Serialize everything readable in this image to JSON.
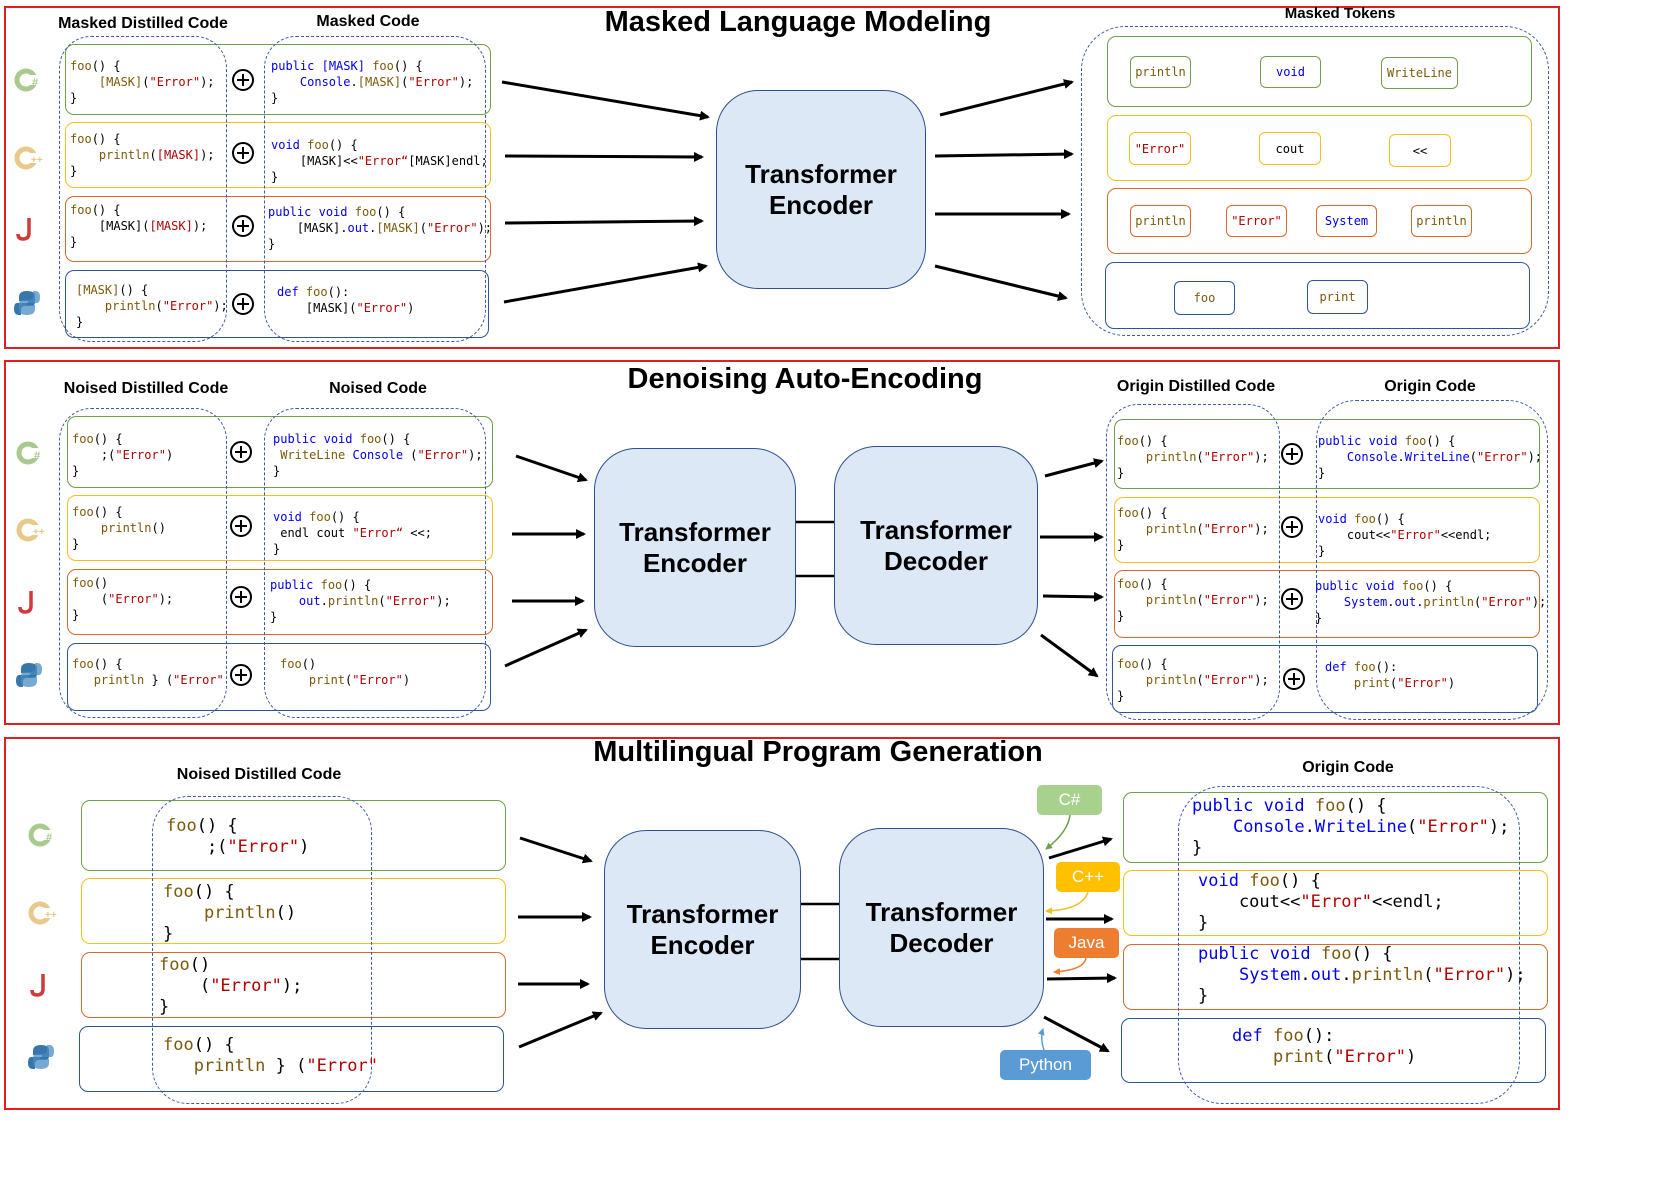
{
  "panel1": {
    "title": "Masked Language Modeling",
    "col_left": "Masked Distilled Code",
    "col_mid": "Masked Code",
    "col_right": "Masked Tokens",
    "encoder_line1": "Transformer",
    "encoder_line2": "Encoder",
    "tokens": {
      "cs": [
        "println",
        "void",
        "WriteLine"
      ],
      "cpp": [
        "\"Error\"",
        "cout",
        "<<"
      ],
      "java": [
        "println",
        "\"Error\"",
        "System",
        "println"
      ],
      "py": [
        "foo",
        "print"
      ]
    }
  },
  "panel2": {
    "title": "Denoising Auto-Encoding",
    "col_left": "Noised Distilled Code",
    "col_mid": "Noised Code",
    "col_right1": "Origin Distilled Code",
    "col_right2": "Origin Code",
    "encoder_line1": "Transformer",
    "encoder_line2": "Encoder",
    "decoder_line1": "Transformer",
    "decoder_line2": "Decoder"
  },
  "panel3": {
    "title": "Multilingual Program Generation",
    "col_left": "Noised Distilled Code",
    "col_right": "Origin Code",
    "encoder_line1": "Transformer",
    "encoder_line2": "Encoder",
    "decoder_line1": "Transformer",
    "decoder_line2": "Decoder",
    "lang_labels": {
      "cs": "C#",
      "cpp": "C++",
      "java": "Java",
      "py": "Python"
    }
  },
  "colors": {
    "cs": "#70a04a",
    "cpp": "#f2c020",
    "java": "#d86a2a",
    "py": "#2f5597",
    "panel_border": "#e0201f",
    "block_fill": "#dce8f5",
    "label_cs": "#a9d18e",
    "label_cpp": "#ffc000",
    "label_java": "#ed7d31",
    "label_py": "#5b9bd5"
  },
  "icons": [
    "csharp-logo-icon",
    "cpp-logo-icon",
    "java-logo-icon",
    "python-logo-icon",
    "oplus-icon"
  ]
}
